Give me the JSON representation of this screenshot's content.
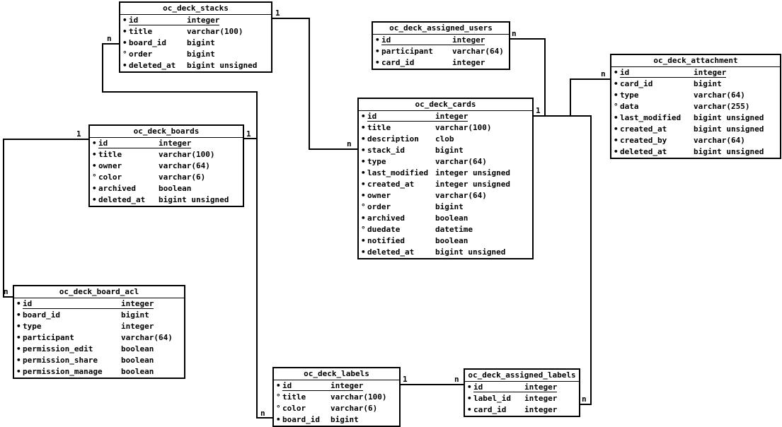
{
  "diagram": {
    "type": "entity-relationship",
    "colors": {
      "line": "#000000",
      "background": "#ffffff",
      "table_border": "#000000",
      "table_background": "#ffffff",
      "text": "#000000"
    }
  },
  "legend": {
    "required_marker": "•",
    "nullable_marker": "°"
  },
  "tables": [
    {
      "name": "oc_deck_stacks",
      "fields": [
        {
          "name": "id",
          "type": "integer",
          "pk": true,
          "nullable": false
        },
        {
          "name": "title",
          "type": "varchar(100)",
          "pk": false,
          "nullable": false
        },
        {
          "name": "board_id",
          "type": "bigint",
          "pk": false,
          "nullable": false
        },
        {
          "name": "order",
          "type": "bigint",
          "pk": false,
          "nullable": true
        },
        {
          "name": "deleted_at",
          "type": "bigint unsigned",
          "pk": false,
          "nullable": false
        }
      ]
    },
    {
      "name": "oc_deck_assigned_users",
      "fields": [
        {
          "name": "id",
          "type": "integer",
          "pk": true,
          "nullable": false
        },
        {
          "name": "participant",
          "type": "varchar(64)",
          "pk": false,
          "nullable": false
        },
        {
          "name": "card_id",
          "type": "integer",
          "pk": false,
          "nullable": false
        }
      ]
    },
    {
      "name": "oc_deck_attachment",
      "fields": [
        {
          "name": "id",
          "type": "integer",
          "pk": true,
          "nullable": false
        },
        {
          "name": "card_id",
          "type": "bigint",
          "pk": false,
          "nullable": false
        },
        {
          "name": "type",
          "type": "varchar(64)",
          "pk": false,
          "nullable": false
        },
        {
          "name": "data",
          "type": "varchar(255)",
          "pk": false,
          "nullable": true
        },
        {
          "name": "last_modified",
          "type": "bigint unsigned",
          "pk": false,
          "nullable": false
        },
        {
          "name": "created_at",
          "type": "bigint unsigned",
          "pk": false,
          "nullable": false
        },
        {
          "name": "created_by",
          "type": "varchar(64)",
          "pk": false,
          "nullable": false
        },
        {
          "name": "deleted_at",
          "type": "bigint unsigned",
          "pk": false,
          "nullable": false
        }
      ]
    },
    {
      "name": "oc_deck_cards",
      "fields": [
        {
          "name": "id",
          "type": "integer",
          "pk": true,
          "nullable": false
        },
        {
          "name": "title",
          "type": "varchar(100)",
          "pk": false,
          "nullable": false
        },
        {
          "name": "description",
          "type": "clob",
          "pk": false,
          "nullable": false
        },
        {
          "name": "stack_id",
          "type": "bigint",
          "pk": false,
          "nullable": false
        },
        {
          "name": "type",
          "type": "varchar(64)",
          "pk": false,
          "nullable": false
        },
        {
          "name": "last_modified",
          "type": "integer unsigned",
          "pk": false,
          "nullable": false
        },
        {
          "name": "created_at",
          "type": "integer unsigned",
          "pk": false,
          "nullable": false
        },
        {
          "name": "owner",
          "type": "varchar(64)",
          "pk": false,
          "nullable": false
        },
        {
          "name": "order",
          "type": "bigint",
          "pk": false,
          "nullable": true
        },
        {
          "name": "archived",
          "type": "boolean",
          "pk": false,
          "nullable": false
        },
        {
          "name": "duedate",
          "type": "datetime",
          "pk": false,
          "nullable": true
        },
        {
          "name": "notified",
          "type": "boolean",
          "pk": false,
          "nullable": false
        },
        {
          "name": "deleted_at",
          "type": "bigint unsigned",
          "pk": false,
          "nullable": false
        }
      ]
    },
    {
      "name": "oc_deck_boards",
      "fields": [
        {
          "name": "id",
          "type": "integer",
          "pk": true,
          "nullable": false
        },
        {
          "name": "title",
          "type": "varchar(100)",
          "pk": false,
          "nullable": false
        },
        {
          "name": "owner",
          "type": "varchar(64)",
          "pk": false,
          "nullable": false
        },
        {
          "name": "color",
          "type": "varchar(6)",
          "pk": false,
          "nullable": true
        },
        {
          "name": "archived",
          "type": "boolean",
          "pk": false,
          "nullable": false
        },
        {
          "name": "deleted_at",
          "type": "bigint unsigned",
          "pk": false,
          "nullable": false
        }
      ]
    },
    {
      "name": "oc_deck_board_acl",
      "fields": [
        {
          "name": "id",
          "type": "integer",
          "pk": true,
          "nullable": false
        },
        {
          "name": "board_id",
          "type": "bigint",
          "pk": false,
          "nullable": false
        },
        {
          "name": "type",
          "type": "integer",
          "pk": false,
          "nullable": false
        },
        {
          "name": "participant",
          "type": "varchar(64)",
          "pk": false,
          "nullable": false
        },
        {
          "name": "permission_edit",
          "type": "boolean",
          "pk": false,
          "nullable": false
        },
        {
          "name": "permission_share",
          "type": "boolean",
          "pk": false,
          "nullable": false
        },
        {
          "name": "permission_manage",
          "type": "boolean",
          "pk": false,
          "nullable": false
        }
      ]
    },
    {
      "name": "oc_deck_labels",
      "fields": [
        {
          "name": "id",
          "type": "integer",
          "pk": true,
          "nullable": false
        },
        {
          "name": "title",
          "type": "varchar(100)",
          "pk": false,
          "nullable": true
        },
        {
          "name": "color",
          "type": "varchar(6)",
          "pk": false,
          "nullable": true
        },
        {
          "name": "board_id",
          "type": "bigint",
          "pk": false,
          "nullable": false
        }
      ]
    },
    {
      "name": "oc_deck_assigned_labels",
      "fields": [
        {
          "name": "id",
          "type": "integer",
          "pk": true,
          "nullable": false
        },
        {
          "name": "label_id",
          "type": "integer",
          "pk": false,
          "nullable": false
        },
        {
          "name": "card_id",
          "type": "integer",
          "pk": false,
          "nullable": false
        }
      ]
    }
  ],
  "relationships": [
    {
      "from": "oc_deck_boards",
      "from_card": "1",
      "to": "oc_deck_stacks",
      "to_card": "n"
    },
    {
      "from": "oc_deck_boards",
      "from_card": "1",
      "to": "oc_deck_labels",
      "to_card": "n"
    },
    {
      "from": "oc_deck_boards",
      "from_card": "1",
      "to": "oc_deck_board_acl",
      "to_card": "n"
    },
    {
      "from": "oc_deck_stacks",
      "from_card": "1",
      "to": "oc_deck_cards",
      "to_card": "n"
    },
    {
      "from": "oc_deck_cards",
      "from_card": "1",
      "to": "oc_deck_assigned_users",
      "to_card": "n"
    },
    {
      "from": "oc_deck_cards",
      "from_card": "1",
      "to": "oc_deck_attachment",
      "to_card": "n"
    },
    {
      "from": "oc_deck_cards",
      "from_card": "1",
      "to": "oc_deck_assigned_labels",
      "to_card": "n"
    },
    {
      "from": "oc_deck_labels",
      "from_card": "1",
      "to": "oc_deck_assigned_labels",
      "to_card": "n"
    }
  ]
}
